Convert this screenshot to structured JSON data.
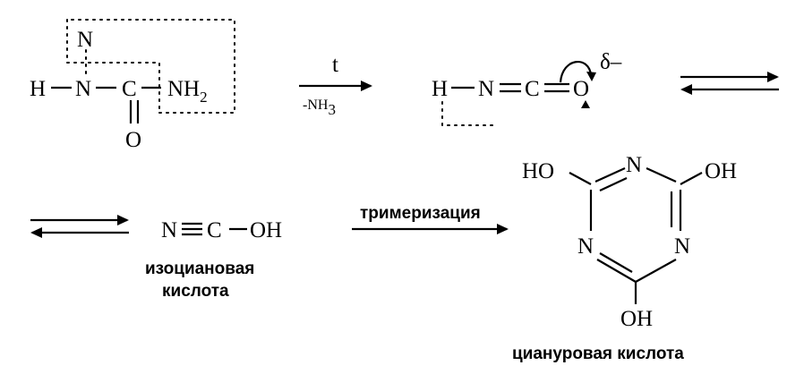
{
  "urea": {
    "n_top": "N",
    "h": "H",
    "n": "N",
    "c": "C",
    "nh": "NH",
    "sub2": "2",
    "o": "O"
  },
  "arrow1": {
    "above": "t",
    "below_prefix": "-NH",
    "below_sub": "3"
  },
  "hnco": {
    "h": "H",
    "n": "N",
    "c": "C",
    "o": "O",
    "charge": "δ–"
  },
  "isocyanic": {
    "n": "N",
    "c": "C",
    "oh": "OH",
    "name_line1": "изоциановая",
    "name_line2": "кислота"
  },
  "arrow2": {
    "label": "тримеризация"
  },
  "cyanuric": {
    "ho_left": "HO",
    "n_top": "N",
    "oh_right": "OH",
    "n_left": "N",
    "n_right": "N",
    "oh_bottom": "OH",
    "name": "циануровая кислота"
  }
}
